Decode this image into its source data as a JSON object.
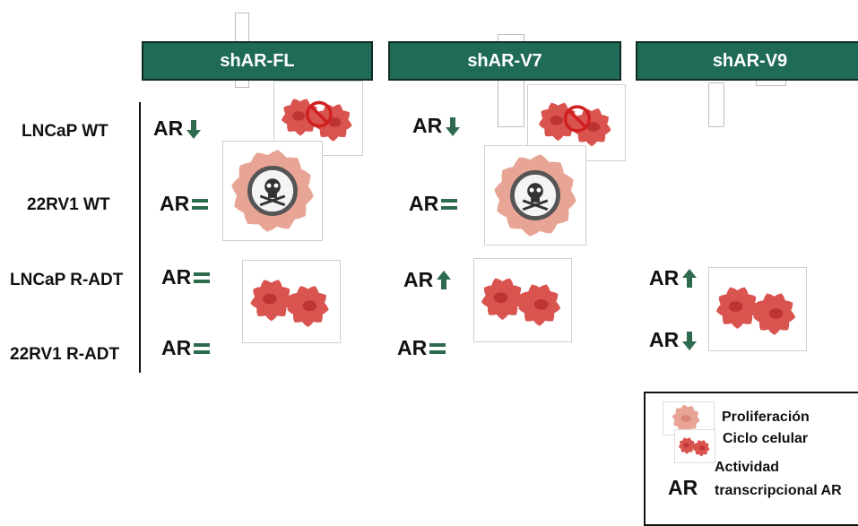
{
  "columns": [
    "shAR-FL",
    "shAR-V7",
    "shAR-V9"
  ],
  "rows": [
    "LNCaP WT",
    "22RV1 WT",
    "LNCaP R-ADT",
    "22RV1 R-ADT"
  ],
  "ar_label": "AR",
  "cells": [
    {
      "id": "fl-lncap-wt",
      "dir": "down"
    },
    {
      "id": "fl-22rv1-wt",
      "dir": "equal"
    },
    {
      "id": "fl-lncap-radt",
      "dir": "equal"
    },
    {
      "id": "fl-22rv1-radt",
      "dir": "equal"
    },
    {
      "id": "v7-lncap-wt",
      "dir": "down"
    },
    {
      "id": "v7-22rv1-wt",
      "dir": "equal"
    },
    {
      "id": "v7-lncap-radt",
      "dir": "up"
    },
    {
      "id": "v7-22rv1-radt",
      "dir": "equal"
    },
    {
      "id": "v9-lncap-radt",
      "dir": "up"
    },
    {
      "id": "v9-22rv1-radt",
      "dir": "down"
    }
  ],
  "legend": {
    "proliferation": "Proliferación",
    "cell_cycle": "Ciclo celular",
    "ar_symbol": "AR",
    "ar_activity_line1": "Actividad",
    "ar_activity_line2": "transcripcional AR"
  },
  "colors": {
    "header": "#1f6b58",
    "arrow": "#2e6b4e",
    "cell_dark": "#d9534f",
    "cell_pink": "#e8a596"
  }
}
